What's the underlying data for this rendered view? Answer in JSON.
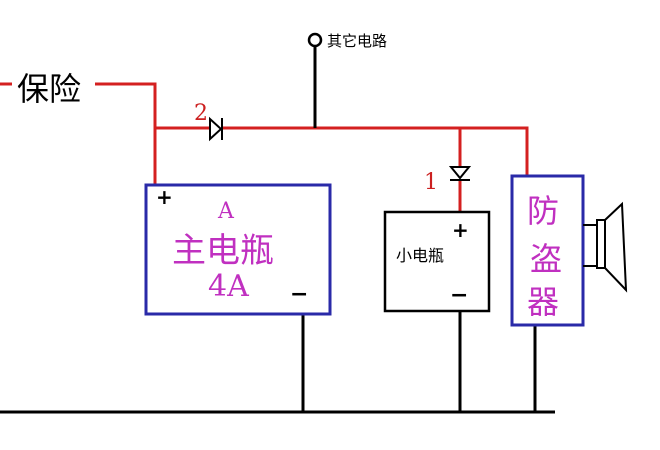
{
  "labels": {
    "fuse": "保险",
    "other_circuits": "其它电路",
    "diode2_number": "2",
    "diode1_number": "1",
    "main_battery_letter": "A",
    "main_battery_name": "主电瓶",
    "main_battery_current": "4A",
    "small_battery_name": "小电瓶",
    "alarm_line1": "防",
    "alarm_line2": "盗",
    "alarm_line3": "器",
    "plus": "+",
    "minus": "−"
  },
  "colors": {
    "positive_wire": "#d42020",
    "ground_wire": "#000000",
    "main_battery_border": "#2a2aa8",
    "alarm_border": "#2a2aa8",
    "main_battery_text": "#c030c0",
    "alarm_text": "#c030c0",
    "number_text": "#cc2020"
  }
}
